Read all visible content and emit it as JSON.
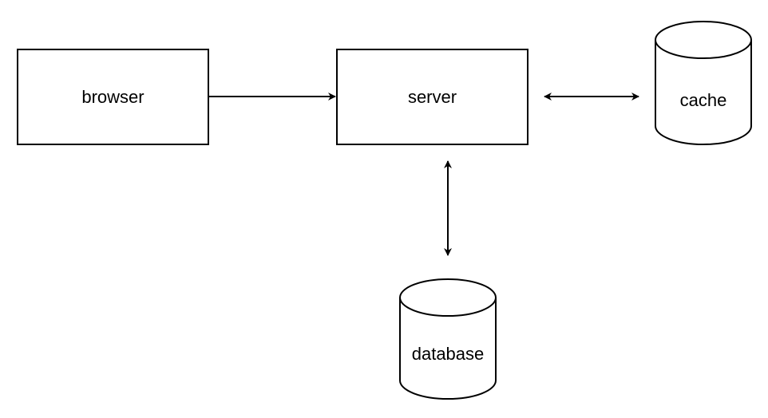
{
  "nodes": {
    "browser": {
      "label": "browser",
      "shape": "rectangle"
    },
    "server": {
      "label": "server",
      "shape": "rectangle"
    },
    "cache": {
      "label": "cache",
      "shape": "cylinder"
    },
    "database": {
      "label": "database",
      "shape": "cylinder"
    }
  },
  "edges": [
    {
      "from": "browser",
      "to": "server",
      "direction": "one-way"
    },
    {
      "from": "server",
      "to": "cache",
      "direction": "two-way"
    },
    {
      "from": "server",
      "to": "database",
      "direction": "two-way"
    }
  ],
  "colors": {
    "stroke": "#000000",
    "fill": "#ffffff",
    "text": "#000000"
  }
}
